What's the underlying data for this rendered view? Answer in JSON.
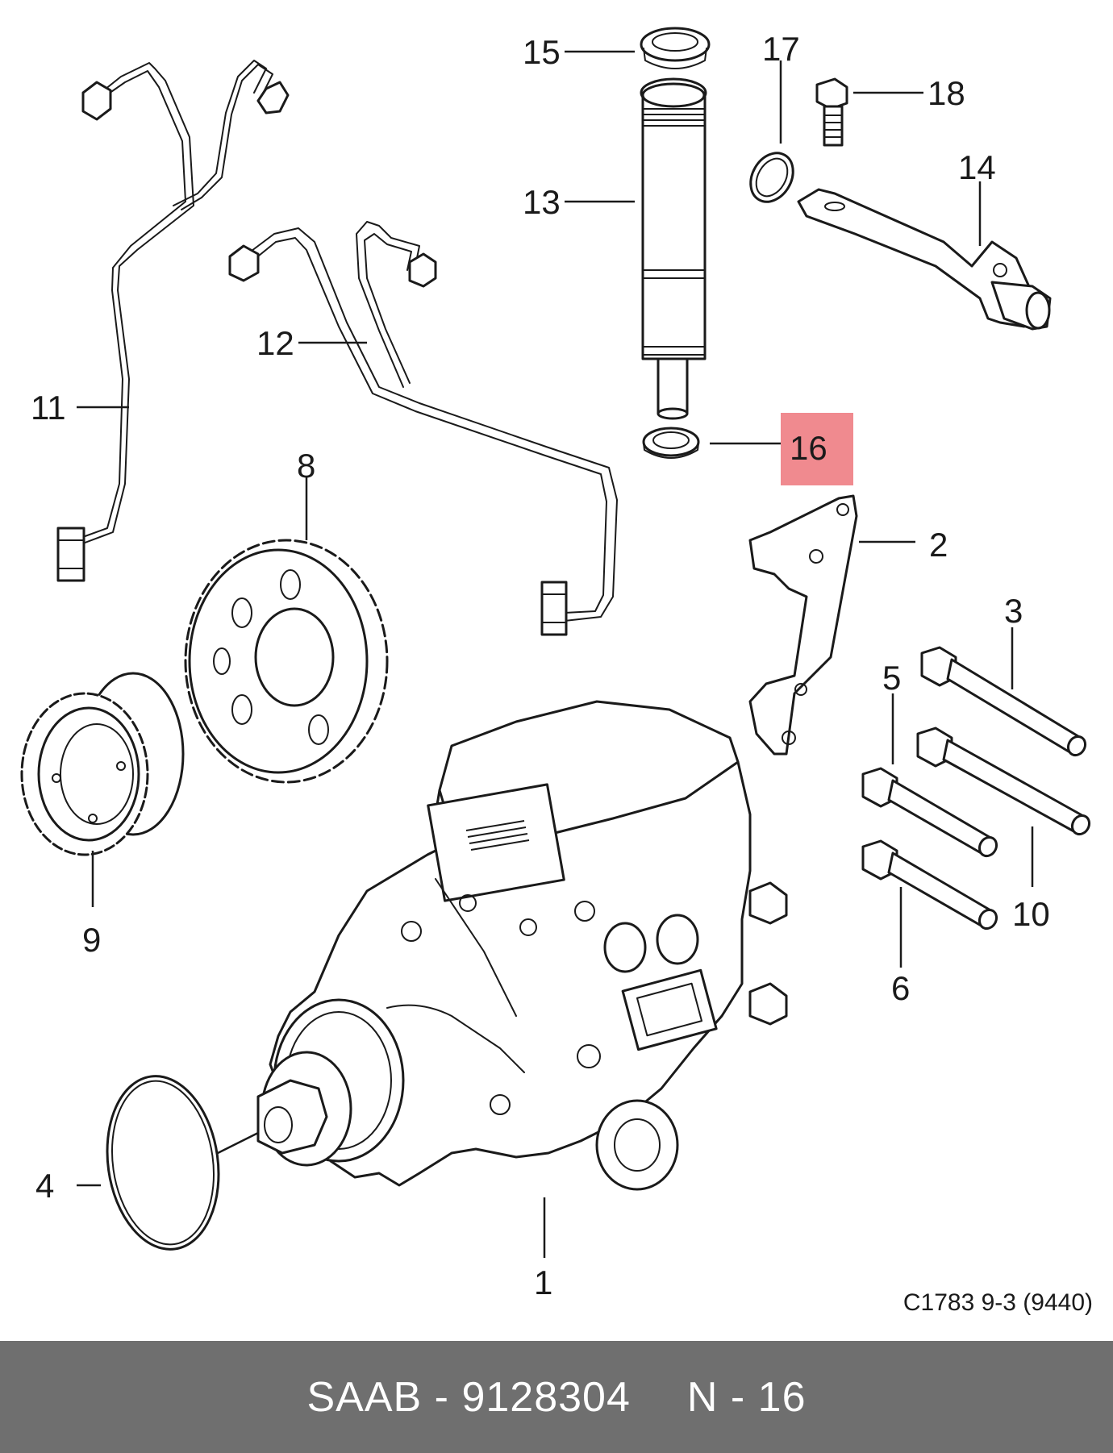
{
  "diagram": {
    "highlight_color": "#f08a8f",
    "reference_code": "C1783 9-3 (9440)",
    "callouts": {
      "c1": "1",
      "c2": "2",
      "c3": "3",
      "c4": "4",
      "c5": "5",
      "c6": "6",
      "c8": "8",
      "c9": "9",
      "c10": "10",
      "c11": "11",
      "c12": "12",
      "c13": "13",
      "c14": "14",
      "c15": "15",
      "c16": "16",
      "c17": "17",
      "c18": "18"
    },
    "highlighted_callout": "16"
  },
  "footer": {
    "brand_part": "SAAB - 9128304",
    "position": "N - 16"
  }
}
